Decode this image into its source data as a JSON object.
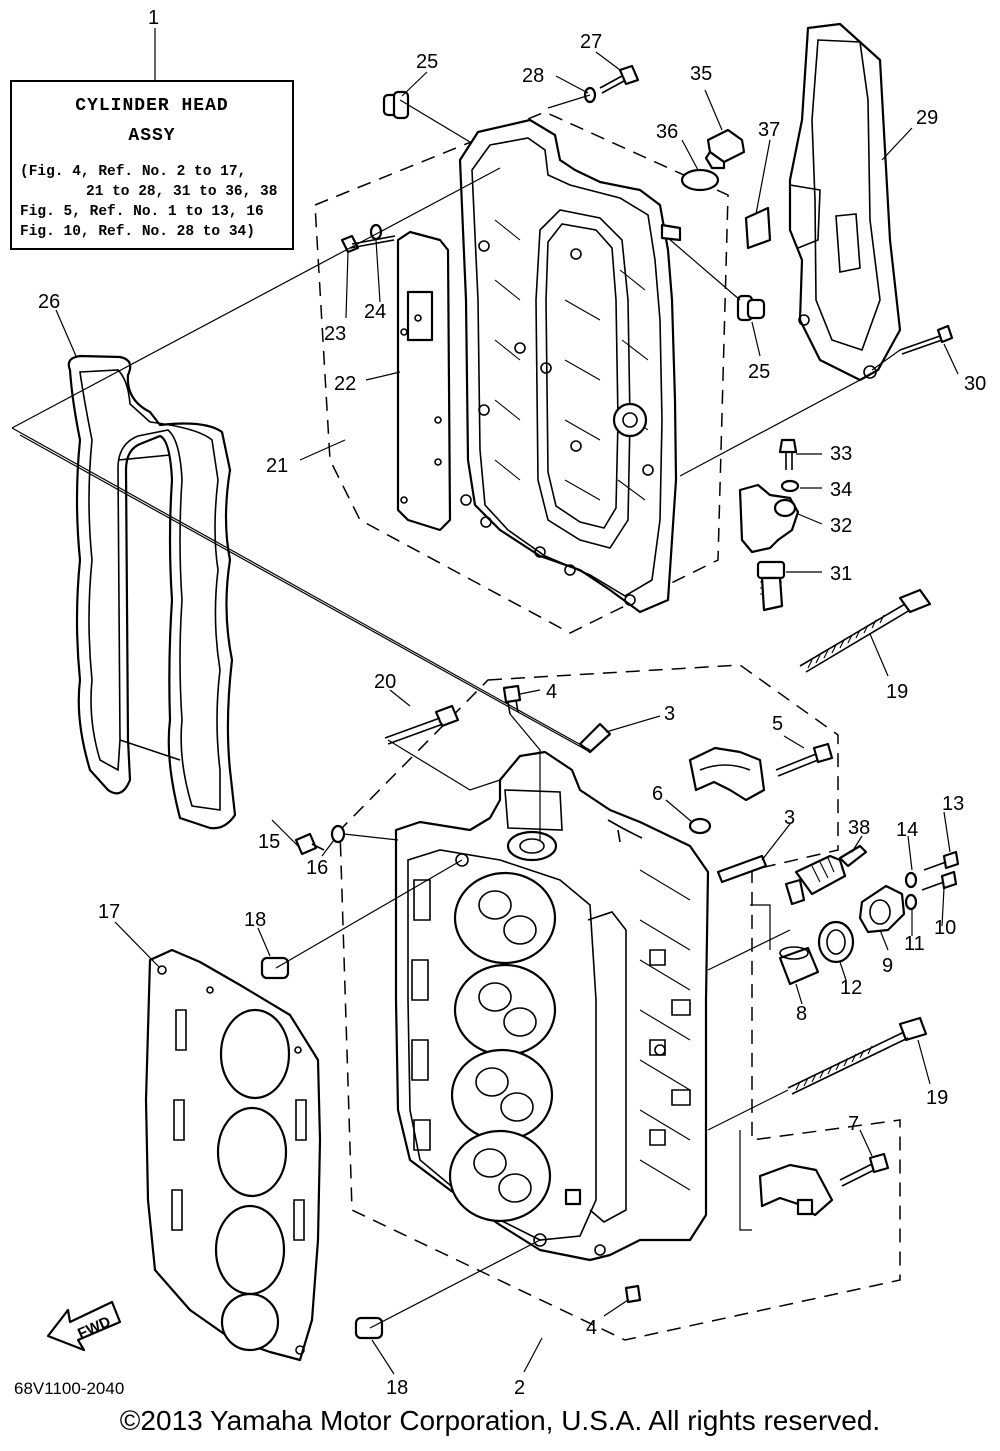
{
  "assembly_box": {
    "callout": "1",
    "title_line1": "CYLINDER HEAD",
    "title_line2": "ASSY",
    "refs": [
      "(Fig. 4, Ref. No. 2 to 17,",
      "21 to 28, 31 to 36, 38",
      "Fig. 5, Ref. No. 1 to 13, 16",
      "Fig. 10, Ref. No. 28 to 34)"
    ]
  },
  "callouts": {
    "c2": "2",
    "c3a": "3",
    "c3b": "3",
    "c4a": "4",
    "c4b": "4",
    "c5": "5",
    "c6": "6",
    "c7": "7",
    "c8": "8",
    "c9": "9",
    "c10": "10",
    "c11": "11",
    "c12": "12",
    "c13": "13",
    "c14": "14",
    "c15": "15",
    "c16": "16",
    "c17": "17",
    "c18a": "18",
    "c18b": "18",
    "c19a": "19",
    "c19b": "19",
    "c20": "20",
    "c21": "21",
    "c22": "22",
    "c23": "23",
    "c24": "24",
    "c25a": "25",
    "c25b": "25",
    "c26": "26",
    "c27": "27",
    "c28": "28",
    "c29": "29",
    "c30": "30",
    "c31": "31",
    "c32": "32",
    "c33": "33",
    "c34": "34",
    "c35": "35",
    "c36": "36",
    "c37": "37",
    "c38": "38"
  },
  "fwd_arrow_label": "FWD",
  "diagram_code": "68V1100-2040",
  "copyright": "©2013 Yamaha Motor Corporation, U.S.A. All rights reserved."
}
